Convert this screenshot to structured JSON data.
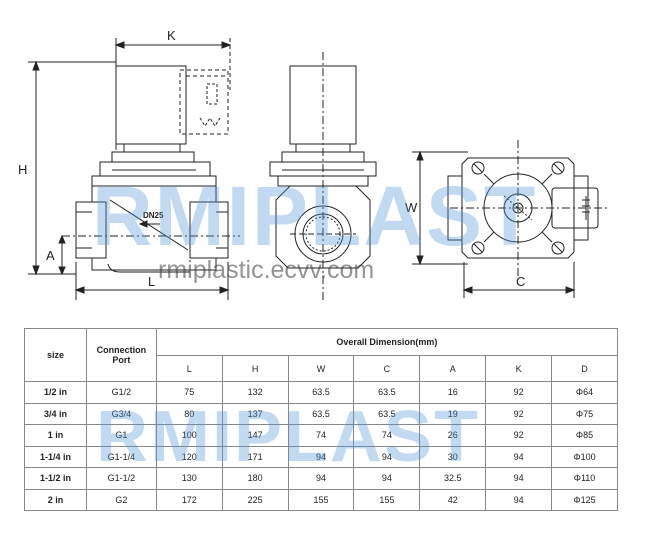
{
  "drawing": {
    "labels": {
      "K": "K",
      "H": "H",
      "A": "A",
      "L": "L",
      "W": "W",
      "C": "C",
      "flow": "DN25"
    }
  },
  "watermark": {
    "brand": "RMIPLAST",
    "site": "rmiplastic.ecvv.com"
  },
  "table": {
    "col_size": "size",
    "col_port": "Connection Port",
    "group_header": "Overall Dimension(mm)",
    "dim_headers": [
      "L",
      "H",
      "W",
      "C",
      "A",
      "K",
      "D"
    ],
    "rows": [
      {
        "size": "1/2 in",
        "port": "G1/2",
        "L": "75",
        "H": "132",
        "W": "63.5",
        "C": "63.5",
        "A": "16",
        "K": "92",
        "D": "Φ64"
      },
      {
        "size": "3/4 in",
        "port": "G3/4",
        "L": "80",
        "H": "137",
        "W": "63.5",
        "C": "63.5",
        "A": "19",
        "K": "92",
        "D": "Φ75"
      },
      {
        "size": "1 in",
        "port": "G1",
        "L": "100",
        "H": "147",
        "W": "74",
        "C": "74",
        "A": "26",
        "K": "92",
        "D": "Φ85"
      },
      {
        "size": "1-1/4 in",
        "port": "G1-1/4",
        "L": "120",
        "H": "171",
        "W": "94",
        "C": "94",
        "A": "30",
        "K": "94",
        "D": "Φ100"
      },
      {
        "size": "1-1/2 in",
        "port": "G1-1/2",
        "L": "130",
        "H": "180",
        "W": "94",
        "C": "94",
        "A": "32.5",
        "K": "94",
        "D": "Φ110"
      },
      {
        "size": "2 in",
        "port": "G2",
        "L": "172",
        "H": "225",
        "W": "155",
        "C": "155",
        "A": "42",
        "K": "94",
        "D": "Φ125"
      }
    ]
  }
}
